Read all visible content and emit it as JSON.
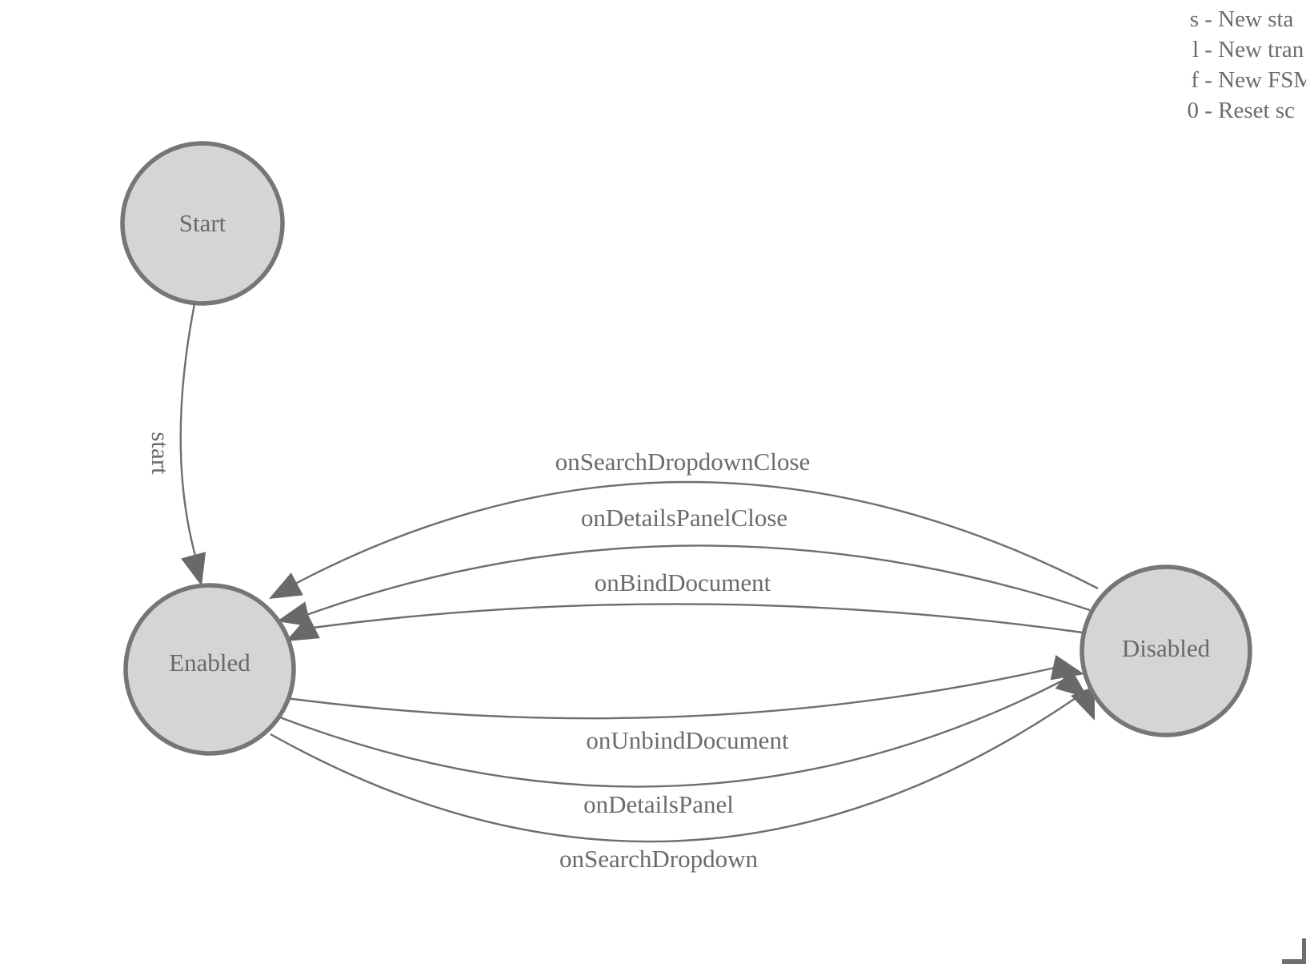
{
  "diagram": {
    "nodes": {
      "start": {
        "label": "Start"
      },
      "enabled": {
        "label": "Enabled"
      },
      "disabled": {
        "label": "Disabled"
      }
    },
    "edges": [
      {
        "label": "start",
        "from": "Start",
        "to": "Enabled"
      },
      {
        "label": "onSearchDropdownClose",
        "from": "Disabled",
        "to": "Enabled"
      },
      {
        "label": "onDetailsPanelClose",
        "from": "Disabled",
        "to": "Enabled"
      },
      {
        "label": "onBindDocument",
        "from": "Disabled",
        "to": "Enabled"
      },
      {
        "label": "onUnbindDocument",
        "from": "Enabled",
        "to": "Disabled"
      },
      {
        "label": "onDetailsPanel",
        "from": "Enabled",
        "to": "Disabled"
      },
      {
        "label": "onSearchDropdown",
        "from": "Enabled",
        "to": "Disabled"
      }
    ]
  },
  "legend": {
    "separator": " - ",
    "items": [
      {
        "key": "s",
        "text": "New sta"
      },
      {
        "key": "l",
        "text": "New tran"
      },
      {
        "key": "f",
        "text": "New FSM"
      },
      {
        "key": "0",
        "text": "Reset sc"
      }
    ]
  },
  "colors": {
    "node_fill": "#d5d5d5",
    "node_stroke": "#767676",
    "edge_stroke": "#6e6e6e",
    "arrow_fill": "#696969",
    "text": "#6b6b6b"
  }
}
